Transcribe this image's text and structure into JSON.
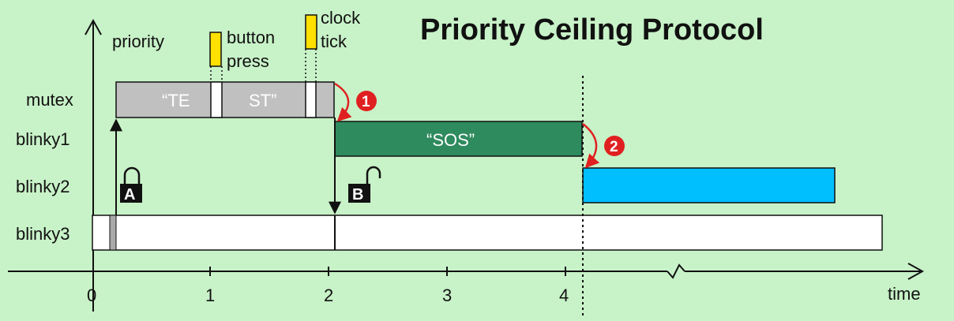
{
  "title": "Priority Ceiling Protocol",
  "axis": {
    "y_label": "priority",
    "x_label": "time",
    "ticks": [
      "0",
      "1",
      "2",
      "3",
      "4"
    ]
  },
  "rows": [
    "mutex",
    "blinky1",
    "blinky2",
    "blinky3"
  ],
  "events": {
    "button": [
      "button",
      "press"
    ],
    "clock": [
      "clock",
      "tick"
    ]
  },
  "bar_labels": {
    "mutex_left": "“TE",
    "mutex_right": "ST”",
    "blinky1": "“SOS”"
  },
  "markers": {
    "step1": "1",
    "step2": "2",
    "lock_a": "A",
    "lock_b": "B"
  },
  "colors": {
    "background": "#c8f2c8",
    "mutex_bar": "#c0c0c0",
    "blinky1_bar": "#2e8b5e",
    "blinky2_bar": "#00bfff",
    "blinky3_bar": "#ffffff",
    "event_marker": "#ffe000",
    "step_badge": "#e02020"
  }
}
